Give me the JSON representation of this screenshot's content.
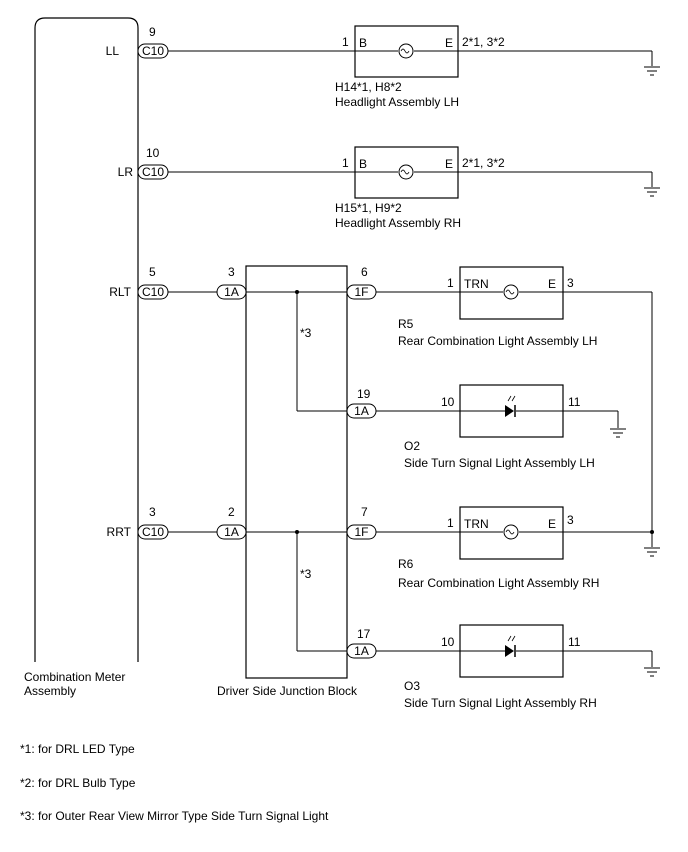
{
  "meter": {
    "label_line1": "Combination Meter",
    "label_line2": "Assembly",
    "connector": "C10",
    "pins": [
      {
        "signal": "LL",
        "pin": "9"
      },
      {
        "signal": "LR",
        "pin": "10"
      },
      {
        "signal": "RLT",
        "pin": "5"
      },
      {
        "signal": "RRT",
        "pin": "3"
      }
    ]
  },
  "junction_block": {
    "label": "Driver Side Junction Block",
    "in_rlt": {
      "pin": "3",
      "conn": "1A"
    },
    "in_rrt": {
      "pin": "2",
      "conn": "1A"
    },
    "out_r5": {
      "pin": "6",
      "conn": "1F"
    },
    "out_o2": {
      "pin": "19",
      "conn": "1A"
    },
    "out_r6": {
      "pin": "7",
      "conn": "1F"
    },
    "out_o3": {
      "pin": "17",
      "conn": "1A"
    },
    "note_mark": "*3"
  },
  "headlight_lh": {
    "pin_in": "1",
    "term_in": "B",
    "term_out": "E",
    "pin_out": "2*1, 3*2",
    "code": "H14*1, H8*2",
    "name": "Headlight Assembly LH"
  },
  "headlight_rh": {
    "pin_in": "1",
    "term_in": "B",
    "term_out": "E",
    "pin_out": "2*1, 3*2",
    "code": "H15*1, H9*2",
    "name": "Headlight Assembly RH"
  },
  "rear_lh": {
    "pin_in": "1",
    "term_in": "TRN",
    "term_out": "E",
    "pin_out": "3",
    "code": "R5",
    "name": "Rear Combination Light Assembly LH"
  },
  "side_lh": {
    "pin_in": "10",
    "pin_out": "11",
    "code": "O2",
    "name": "Side Turn Signal Light Assembly LH"
  },
  "rear_rh": {
    "pin_in": "1",
    "term_in": "TRN",
    "term_out": "E",
    "pin_out": "3",
    "code": "R6",
    "name": "Rear Combination Light Assembly RH"
  },
  "side_rh": {
    "pin_in": "10",
    "pin_out": "11",
    "code": "O3",
    "name": "Side Turn Signal Light Assembly RH"
  },
  "notes": [
    "*1: for DRL LED Type",
    "*2: for DRL Bulb Type",
    "*3: for Outer Rear View Mirror Type Side Turn Signal Light"
  ]
}
